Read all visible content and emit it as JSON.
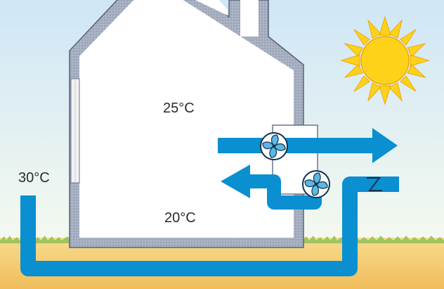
{
  "labels": {
    "temp_upper_room": "25°C",
    "temp_lower_room": "20°C",
    "temp_ground": "30°C"
  },
  "colors": {
    "sky_top": "#cfe6f6",
    "sky_bottom": "#f3f8ee",
    "ground": "#f3c769",
    "house_wall": "#9aa6b8",
    "duct": "#0a8fd0",
    "fan_fill": "#ffffff",
    "sun": "#ffd21a"
  },
  "icons": {
    "fan_supply": "fan-icon",
    "fan_exhaust": "fan-icon",
    "sun": "sun-icon",
    "filter": "zigzag-filter-icon"
  }
}
